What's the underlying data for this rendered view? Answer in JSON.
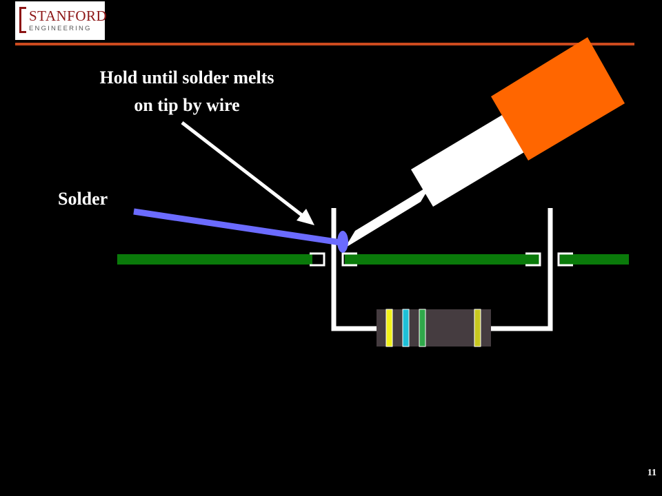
{
  "logo": {
    "wordmark": "STANFORD",
    "subline": "ENGINEERING"
  },
  "callout": {
    "line1": "Hold until solder melts",
    "line2": "on tip by wire"
  },
  "labels": {
    "solder": "Solder"
  },
  "page_number": "11",
  "colors": {
    "background": "#000000",
    "header_rule": "#cc4a1e",
    "logo_red": "#8c1515",
    "wire_green": "#0a7a0a",
    "solder_blue": "#6b6bff",
    "iron_handle": "#ff6600",
    "iron_shaft": "#ffffff",
    "resistor_body": "#453c40",
    "lead_white": "#ffffff"
  },
  "resistor_bands": [
    "#f2f21a",
    "#1ec0d8",
    "#2fa84a",
    "#c8c820"
  ]
}
